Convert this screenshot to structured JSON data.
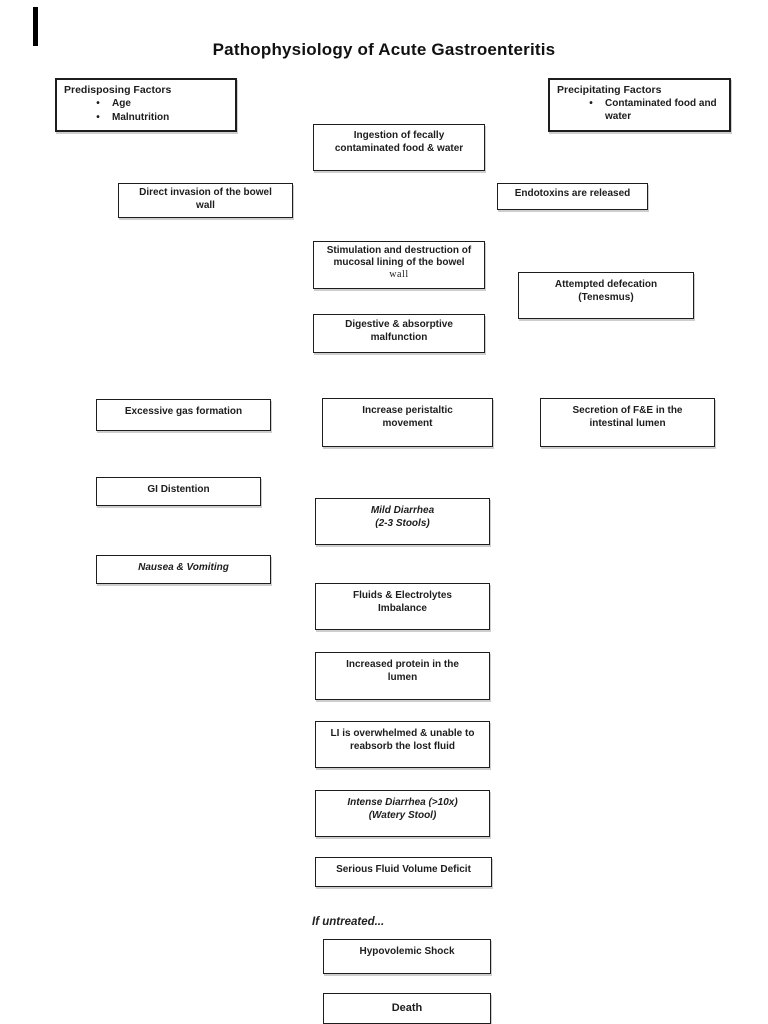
{
  "page": {
    "title": "Pathophysiology of Acute Gastroenteritis",
    "background_color": "#ffffff",
    "text_color": "#1d1d1d",
    "border_color": "#1d1d1d"
  },
  "factors": {
    "predisposing": {
      "title": "Predisposing Factors",
      "bullet": "•",
      "items": [
        "Age",
        "Malnutrition"
      ]
    },
    "precipitating": {
      "title": "Precipitating Factors",
      "bullet": "•",
      "items": [
        "Contaminated food and water"
      ]
    }
  },
  "flow": {
    "ingestion": {
      "lines": [
        "Ingestion of fecally",
        "contaminated food & water"
      ]
    },
    "direct_invasion": {
      "lines": [
        "Direct invasion of the bowel",
        "wall"
      ]
    },
    "endotoxins": {
      "lines": [
        "Endotoxins are released"
      ]
    },
    "stimulation": {
      "lines": [
        "Stimulation and destruction of",
        "mucosal lining of the bowel",
        "wall"
      ]
    },
    "attempted_defecation": {
      "lines": [
        "Attempted defecation",
        "(Tenesmus)"
      ]
    },
    "digestive_malfunction": {
      "lines": [
        "Digestive & absorptive",
        "malfunction"
      ]
    },
    "excessive_gas": {
      "lines": [
        "Excessive gas formation"
      ]
    },
    "peristaltic": {
      "lines": [
        "Increase peristaltic",
        "movement"
      ]
    },
    "secretion_fe": {
      "lines": [
        "Secretion of F&E in the",
        "intestinal lumen"
      ]
    },
    "gi_distention": {
      "lines": [
        "GI Distention"
      ]
    },
    "mild_diarrhea": {
      "lines": [
        "Mild Diarrhea",
        "(2-3 Stools)"
      ]
    },
    "nausea_vomiting": {
      "lines": [
        "Nausea & Vomiting"
      ]
    },
    "fe_imbalance": {
      "lines": [
        "Fluids & Electrolytes",
        "Imbalance"
      ]
    },
    "increased_protein": {
      "lines": [
        "Increased protein in the",
        "lumen"
      ]
    },
    "li_overwhelmed": {
      "lines": [
        "LI is overwhelmed & unable to",
        "reabsorb the lost fluid"
      ]
    },
    "intense_diarrhea": {
      "lines": [
        "Intense Diarrhea (>10x)",
        "(Watery Stool)"
      ]
    },
    "fluid_deficit": {
      "lines": [
        "Serious Fluid Volume Deficit"
      ]
    },
    "hypovolemic_shock": {
      "lines": [
        "Hypovolemic Shock"
      ]
    },
    "death": {
      "lines": [
        "Death"
      ]
    }
  },
  "annotations": {
    "if_untreated": "If untreated..."
  }
}
